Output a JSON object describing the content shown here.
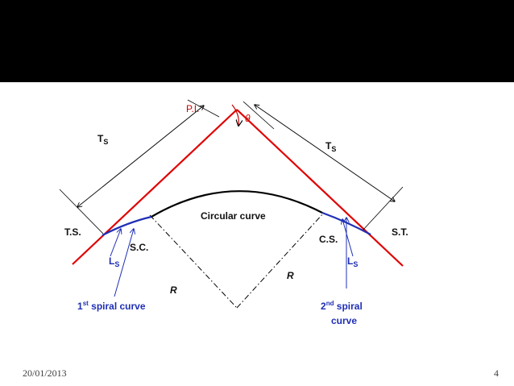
{
  "labels": {
    "pi": "P.I.",
    "theta": "θ",
    "ts_main": "T",
    "ts_sub": "S",
    "ts_station": "T.S.",
    "st_station": "S.T.",
    "sc_station": "S.C.",
    "cs_station": "C.S.",
    "circular_curve": "Circular curve",
    "ls_main": "L",
    "ls_sub": "S",
    "radius": "R",
    "first_spiral_num": "1",
    "first_spiral_sup": "st",
    "first_spiral_text": " spiral curve",
    "second_spiral_num": "2",
    "second_spiral_sup": "nd",
    "second_spiral_text": "  spiral",
    "second_spiral_line2": "curve"
  },
  "footer": {
    "date": "20/01/2013",
    "page": "4"
  },
  "colors": {
    "tangent": "#e00000",
    "spiral": "#1f2fb5",
    "curve": "#000000",
    "header_band": "#000000"
  }
}
